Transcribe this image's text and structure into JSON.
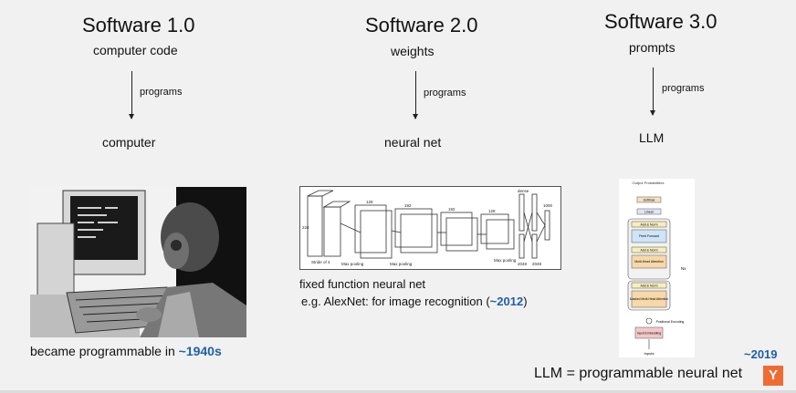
{
  "columns": [
    {
      "title": "Software 1.0",
      "medium": "computer code",
      "verb": "programs",
      "target": "computer"
    },
    {
      "title": "Software 2.0",
      "medium": "weights",
      "verb": "programs",
      "target": "neural net"
    },
    {
      "title": "Software 3.0",
      "medium": "prompts",
      "verb": "programs",
      "target": "LLM"
    }
  ],
  "captions": {
    "sw1_prefix": "became programmable in ",
    "sw1_year": "~1940s",
    "sw2_line1": "fixed function neural net",
    "sw2_line2_prefix": "e.g. AlexNet: for image recognition (",
    "sw2_year": "~2012",
    "sw2_line2_suffix": ")",
    "sw3_year": "~2019",
    "sw3_line": "LLM = programmable neural net"
  },
  "badge": {
    "label": "Y",
    "color": "#f06b34"
  },
  "accent_color": "#1f5fa8",
  "diagrams": {
    "alexnet": {
      "labels": [
        "Max pooling",
        "Max pooling",
        "Max pooling",
        "dense",
        "dense",
        "dense",
        "1000",
        "2048",
        "2048",
        "128",
        "192",
        "192",
        "128",
        "224",
        "Stride of 4"
      ]
    },
    "transformer": {
      "top": "Output Probabilities",
      "softmax": "Softmax",
      "linear": "Linear",
      "addnorm": "Add & Norm",
      "ff": "Feed Forward",
      "mha": "Multi-Head Attention",
      "masked": "Masked Multi-Head Attention",
      "nx": "Nx",
      "pos": "Positional Encoding",
      "embed": "Input Embedding",
      "inputs": "Inputs"
    }
  }
}
